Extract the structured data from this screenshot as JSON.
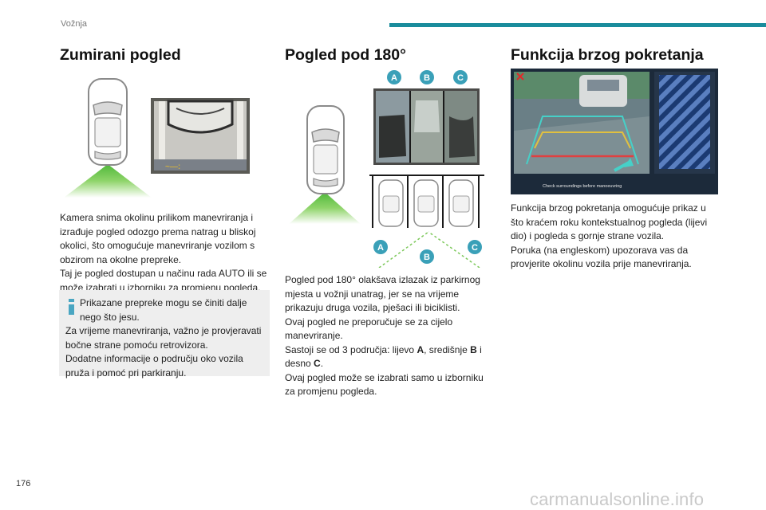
{
  "header": {
    "section": "Vožnja",
    "accent_color": "#1a8c9c"
  },
  "footer": {
    "page_number": "176",
    "watermark": "carmanualsonline.info"
  },
  "zoom": {
    "title": "Zumirani pogled",
    "paragraphs": [
      "Kamera snima okolinu prilikom manevriranja i izrađuje pogled odozgo prema natrag u bliskoj okolici, što omogućuje manevriranje vozilom s obzirom na okolne prepreke.",
      "Taj je pogled dostupan u načinu rada AUTO ili se može izabrati u izborniku za promjenu pogleda."
    ],
    "info_icon": "info-icon",
    "info_lines": [
      "Prikazane prepreke mogu se činiti dalje nego što jesu.",
      "Za vrijeme manevriranja, važno je provjeravati bočne strane pomoću retrovizora.",
      "Dodatne informacije o području oko vozila pruža i pomoć pri parkiranju."
    ]
  },
  "view180": {
    "title": "Pogled pod 180°",
    "labels_top": [
      "A",
      "B",
      "C"
    ],
    "labels_bottom": [
      "A",
      "B",
      "C"
    ],
    "label_color": "#3aa0b8",
    "p1": "Pogled pod 180° olakšava izlazak iz parkirnog mjesta u vožnji unatrag, jer se na vrijeme prikazuju druga vozila, pješaci ili biciklisti.",
    "p2": "Ovaj pogled ne preporučuje se za cijelo manevriranje.",
    "p3_pre": "Sastoji se od 3 područja: lijevo ",
    "p3_a": "A",
    "p3_mid": ", središnje ",
    "p3_b": "B",
    "p3_mid2": " i desno ",
    "p3_c": "C",
    "p3_end": ".",
    "p4": "Ovaj pogled može se izabrati samo u izborniku za promjenu pogleda."
  },
  "quick": {
    "title": "Funkcija brzog pokretanja",
    "screen_caption": "Check surroundings before manoeuvring",
    "p1": "Funkcija brzog pokretanja omogućuje prikaz u što kraćem roku kontekstualnog pogleda (lijevi dio) i pogleda s gornje strane vozila.",
    "p2": "Poruka (na engleskom) upozorava vas da provjerite okolinu vozila prije manevriranja."
  }
}
